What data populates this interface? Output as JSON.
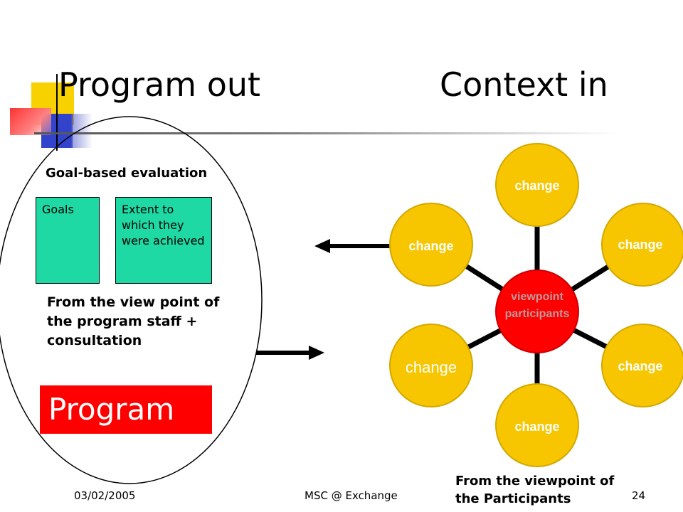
{
  "title": {
    "left": "Program out",
    "right": "Context in"
  },
  "goal_section": {
    "heading": "Goal-based evaluation",
    "box_goals": "Goals",
    "box_extent": "Extent to which they were achieved",
    "viewpoint": "From the view point of the program staff + consultation",
    "program_label": "Program"
  },
  "diagram": {
    "center_label_line1": "viewpoint",
    "center_label_line2": "participants",
    "nodes": [
      "change",
      "change",
      "change",
      "change",
      "change",
      "change"
    ],
    "caption": "From the viewpoint of the Participants"
  },
  "footer": {
    "date": "03/02/2005",
    "center": "MSC @ Exchange",
    "page": "24"
  },
  "colors": {
    "node": "#f7c600",
    "center": "#ff0000",
    "box": "#1fd9a4",
    "program": "#ff0000"
  }
}
